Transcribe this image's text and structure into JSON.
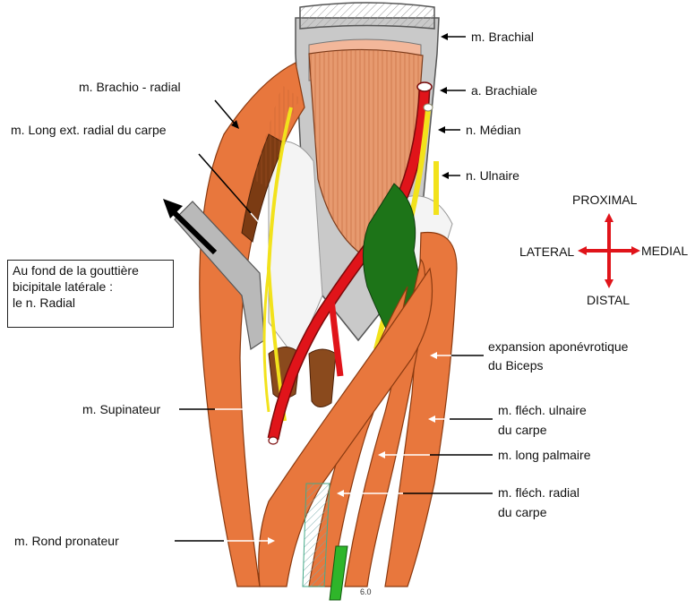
{
  "labels": {
    "brachial": "m. Brachial",
    "a_brachiale": "a. Brachiale",
    "n_median": "n. Médian",
    "n_ulnaire": "n. Ulnaire",
    "brachio_radial": "m. Brachio - radial",
    "long_ext_radial": "m. Long ext. radial du  carpe",
    "box_line1": "Au fond de la gouttière",
    "box_line2": "bicipitale latérale :",
    "box_line3": "le n. Radial",
    "expansion_line1": "expansion aponévrotique",
    "expansion_line2": "du Biceps",
    "supinateur": "m. Supinateur",
    "flech_ulnaire_line1": "m. fléch. ulnaire",
    "flech_ulnaire_line2": "du carpe",
    "long_palmaire": "m. long palmaire",
    "flech_radial_line1": "m. fléch. radial",
    "flech_radial_line2": "du carpe",
    "rond_pronateur": "m. Rond pronateur",
    "signature": "6.0"
  },
  "orientation": {
    "proximal": "PROXIMAL",
    "distal": "DISTAL",
    "lateral": "LATERAL",
    "medial": "MEDIAL"
  },
  "colors": {
    "muscle": "#e8773d",
    "muscle_dark": "#a6552a",
    "artery": "#e0141a",
    "nerve": "#f2e21c",
    "aponeurosis": "#1d7418",
    "bone_grey": "#bdbdbd",
    "compass": "#e0141a",
    "tendon_green": "#9fd79a"
  }
}
